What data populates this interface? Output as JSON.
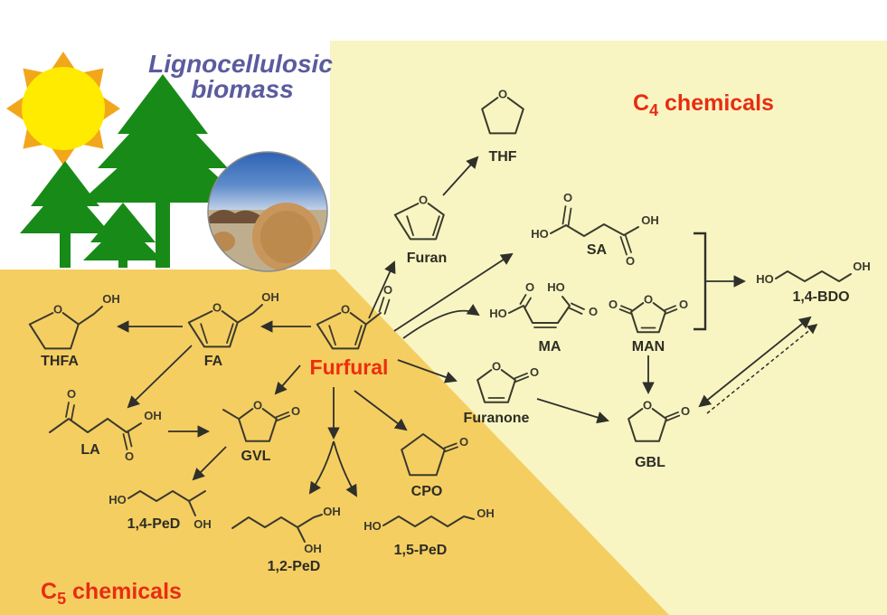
{
  "title": {
    "line1": "Lignocellulosic",
    "line2": "biomass"
  },
  "regions": {
    "c4": {
      "prefix": "C",
      "sub": "4",
      "suffix": " chemicals"
    },
    "c5": {
      "prefix": "C",
      "sub": "5",
      "suffix": " chemicals"
    }
  },
  "hub": {
    "label": "Furfural"
  },
  "atoms": {
    "O": "O",
    "OH": "OH",
    "HO": "HO"
  },
  "compounds": {
    "thf": "THF",
    "furan": "Furan",
    "fa": "FA",
    "thfa": "THFA",
    "sa": "SA",
    "ma": "MA",
    "man": "MAN",
    "bdo": "1,4-BDO",
    "furanone": "Furanone",
    "gbl": "GBL",
    "gvl": "GVL",
    "la": "LA",
    "cpo": "CPO",
    "ped14": "1,4-PeD",
    "ped12": "1,2-PeD",
    "ped15": "1,5-PeD"
  },
  "edges": [
    {
      "from": "Furfural",
      "to": "Furan"
    },
    {
      "from": "Furan",
      "to": "THF"
    },
    {
      "from": "Furfural",
      "to": "SA"
    },
    {
      "from": "Furfural",
      "to": "MA"
    },
    {
      "from": "Furfural",
      "to": "Furanone"
    },
    {
      "from": "Furfural",
      "to": "FA"
    },
    {
      "from": "FA",
      "to": "THFA"
    },
    {
      "from": "FA",
      "to": "LA"
    },
    {
      "from": "LA",
      "to": "GVL"
    },
    {
      "from": "Furfural",
      "to": "GVL"
    },
    {
      "from": "GVL",
      "to": "1,4-PeD"
    },
    {
      "from": "Furfural",
      "to": "1,2-PeD"
    },
    {
      "from": "Furfural",
      "to": "1,5-PeD"
    },
    {
      "from": "Furfural",
      "to": "CPO"
    },
    {
      "from": "SA/MA/MAN",
      "to": "1,4-BDO"
    },
    {
      "from": "MAN",
      "to": "GBL"
    },
    {
      "from": "Furanone",
      "to": "GBL"
    },
    {
      "from": "GBL",
      "to": "1,4-BDO"
    }
  ],
  "colors": {
    "c4_region_bg": "#f8f5c3",
    "c5_region_bg": "#f5ce62",
    "accent_red": "#e72d12",
    "tree_green": "#188a18",
    "sun_yellow": "#ffeb00",
    "sun_ray_orange": "#f2a71b",
    "title_purple": "#5b5b9e",
    "bond_color": "#3a3a2c"
  }
}
